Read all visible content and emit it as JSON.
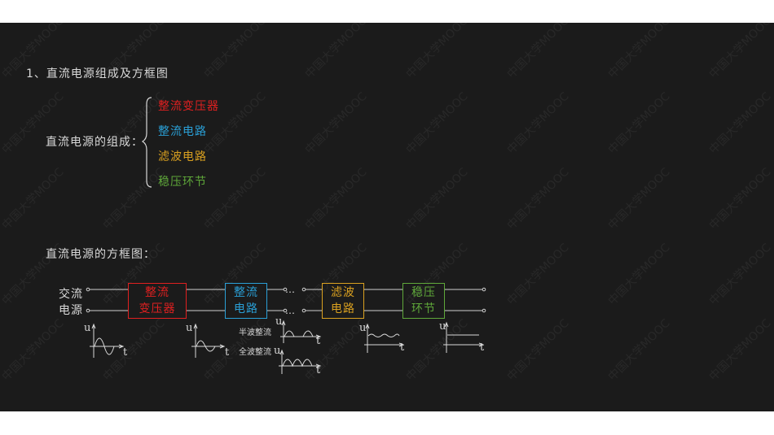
{
  "watermark": "中国大学MOOC",
  "heading": "1、直流电源组成及方框图",
  "composition": {
    "label": "直流电源的组成：",
    "items": [
      {
        "text": "整流变压器",
        "color": "#e02020"
      },
      {
        "text": "整流电路",
        "color": "#2a9fd6"
      },
      {
        "text": "滤波电路",
        "color": "#d9a020"
      },
      {
        "text": "稳压环节",
        "color": "#5fa83a"
      }
    ]
  },
  "block_diagram": {
    "label": "直流电源的方框图：",
    "input_line1": "交流",
    "input_line2": "电源",
    "blocks": [
      {
        "line1": "整流",
        "line2": "变压器",
        "color": "#e02020"
      },
      {
        "line1": "整流",
        "line2": "电路",
        "color": "#2a9fd6"
      },
      {
        "line1": "滤波",
        "line2": "电路",
        "color": "#d9a020"
      },
      {
        "line1": "稳压",
        "line2": "环节",
        "color": "#5fa83a"
      }
    ],
    "dots": "…",
    "half_wave_label": "半波整流",
    "full_wave_label": "全波整流",
    "axis_u": "u",
    "axis_t": "t"
  }
}
